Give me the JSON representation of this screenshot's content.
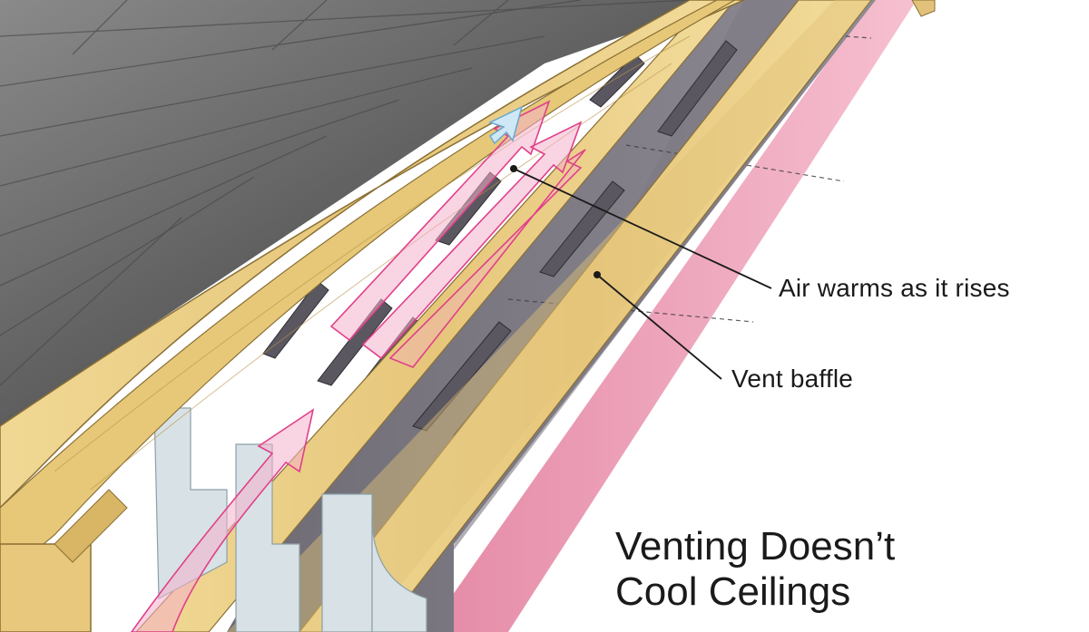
{
  "labels": {
    "air_warms": "Air warms as it rises",
    "vent_baffle": "Vent baffle"
  },
  "title": {
    "line1": "Venting Doesn’t",
    "line2": "Cool Ceilings"
  },
  "colors": {
    "roof_shingles": "#6e6e6e",
    "sheathing": "#e9cf8a",
    "rafter": "#e2c27a",
    "baffle": "#7f7c85",
    "insulation": "#f0a6bd",
    "drywall": "#d8e2e6",
    "air_arrow_warm": "#e0408a",
    "air_arrow_cool": "#a9d6ee"
  }
}
